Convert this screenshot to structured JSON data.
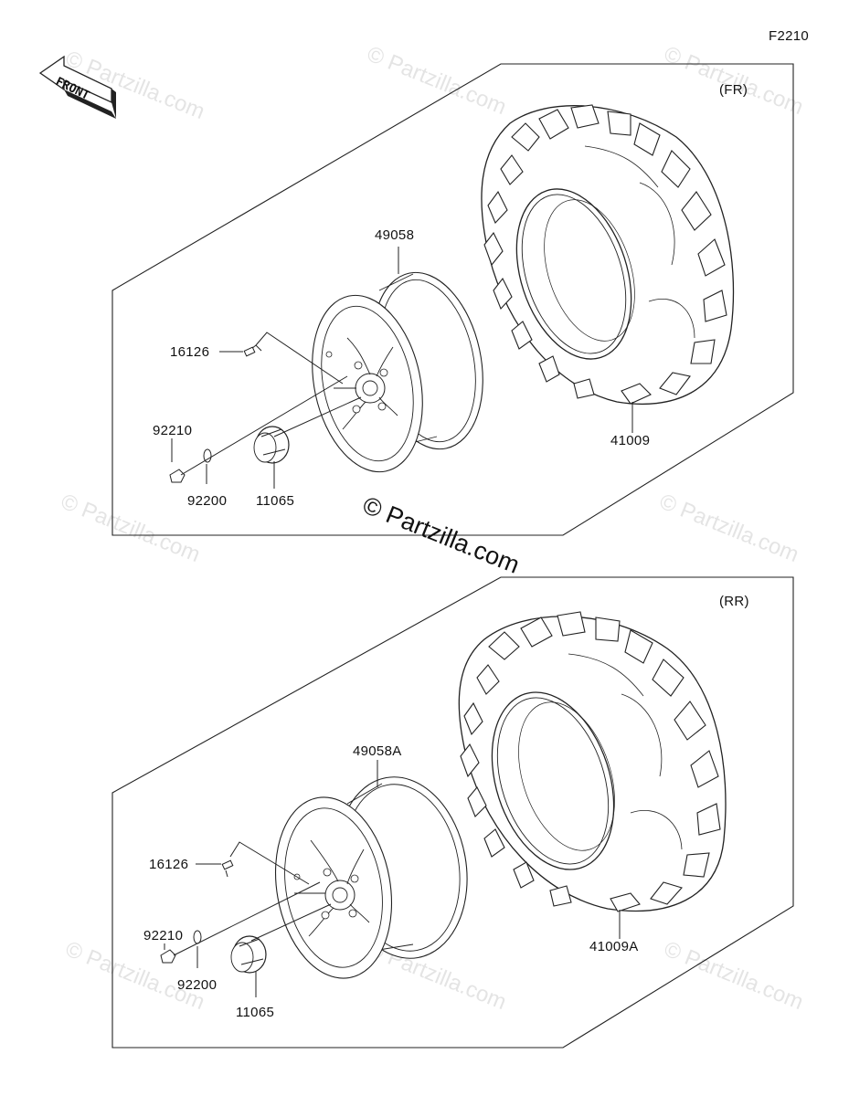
{
  "page_code": "F2210",
  "front_label": "FRONT",
  "watermark": "© Partzilla.com",
  "front_assembly": {
    "section_label": "(FR)",
    "tire_part": "41009",
    "wheel_part": "49058",
    "bolt_part": "16126",
    "nut_part": "92210",
    "washer_part": "92200",
    "cap_part": "11065"
  },
  "rear_assembly": {
    "section_label": "(RR)",
    "tire_part": "41009A",
    "wheel_part": "49058A",
    "bolt_part": "16126",
    "nut_part": "92210",
    "washer_part": "92200",
    "cap_part": "11065"
  }
}
